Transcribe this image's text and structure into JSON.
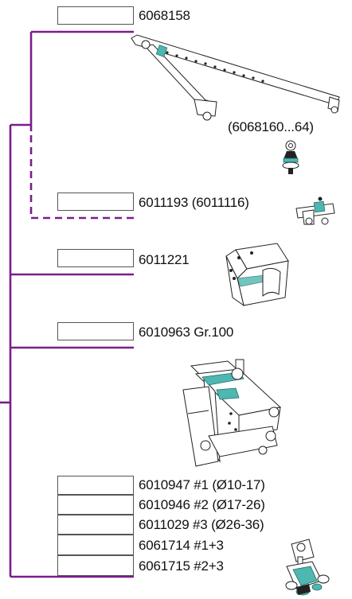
{
  "tree": {
    "line_color": "#7a1d8c",
    "accent_color": "#4fb6b0"
  },
  "items": [
    {
      "id": "6068158",
      "label": "6068158"
    },
    {
      "id": "sub",
      "label": "(6068160...64)"
    },
    {
      "id": "6011193",
      "label": "6011193 (6011116)"
    },
    {
      "id": "6011221",
      "label": "6011221"
    },
    {
      "id": "6010963",
      "label": "6010963 Gr.100"
    }
  ],
  "variants": [
    {
      "label": "6010947  #1 (Ø10-17)"
    },
    {
      "label": "6010946  #2 (Ø17-26)"
    },
    {
      "label": "6011029  #3 (Ø26-36)"
    },
    {
      "label": "6061714  #1+3"
    },
    {
      "label": "6061715  #2+3"
    }
  ]
}
